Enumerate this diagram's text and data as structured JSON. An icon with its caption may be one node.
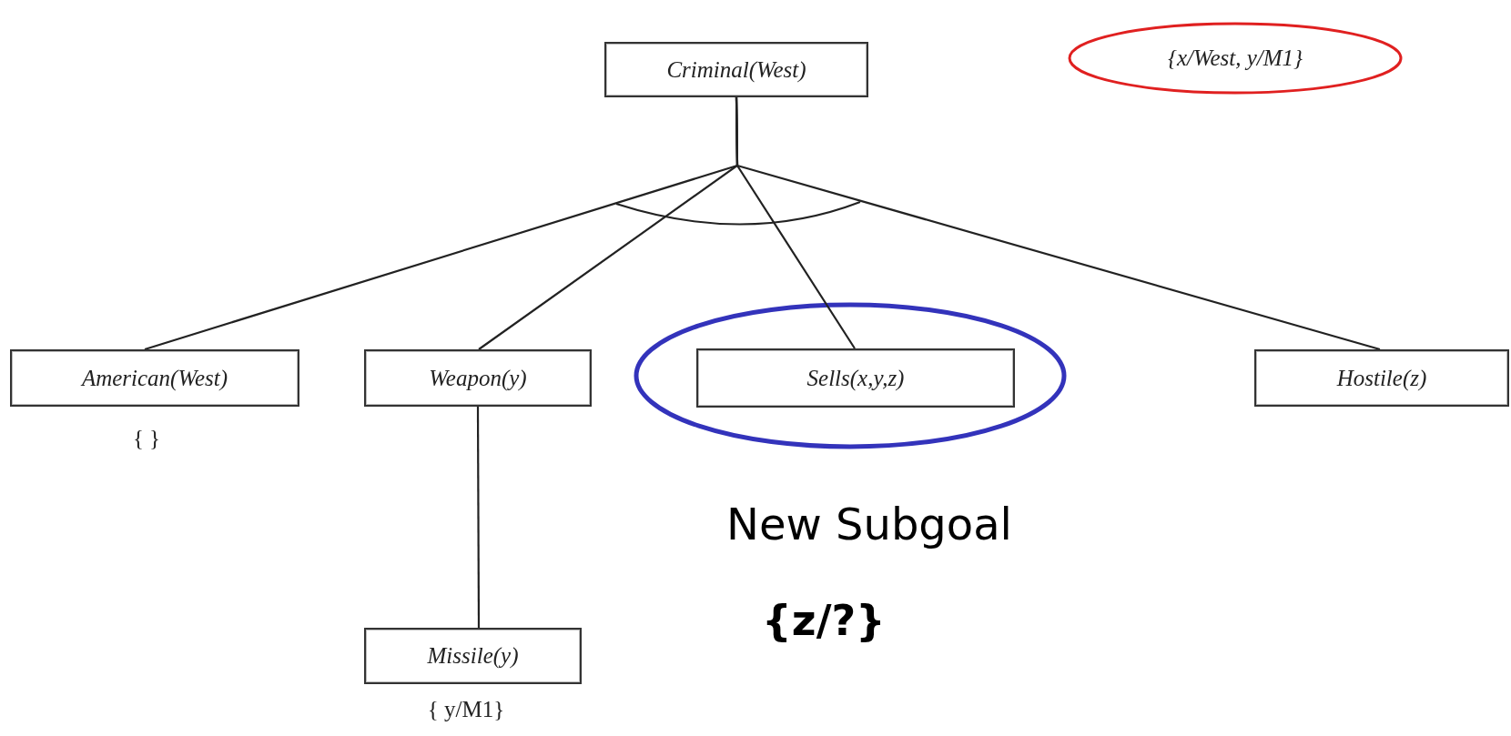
{
  "diagram": {
    "nodes": [
      {
        "text": [
          "Criminal(West)"
        ]
      },
      {
        "text": [
          "American(West)"
        ],
        "beside": [
          "{ }"
        ]
      },
      {
        "text": [
          "Weapon(y)"
        ]
      },
      {
        "text": [
          "Sells(x,y,z)"
        ]
      },
      {
        "text": [
          "Hostile(z)"
        ]
      },
      {
        "text": [
          "Missile(y)"
        ],
        "beside": [
          "{ y/M1}"
        ]
      },
      {
        "text": [
          "{x/West, y/M1}"
        ]
      }
    ],
    "edges": [
      {
        "from": 0,
        "to": 1,
        "arrow": "none"
      },
      {
        "from": 0,
        "to": 2,
        "arrow": "none"
      },
      {
        "from": 0,
        "to": 3,
        "arrow": "none"
      },
      {
        "from": 0,
        "to": 4,
        "arrow": "none"
      },
      {
        "from": 2,
        "to": 5,
        "arrow": "none"
      }
    ],
    "labels": [
      "New Subgoal",
      "{z/?}"
    ]
  }
}
